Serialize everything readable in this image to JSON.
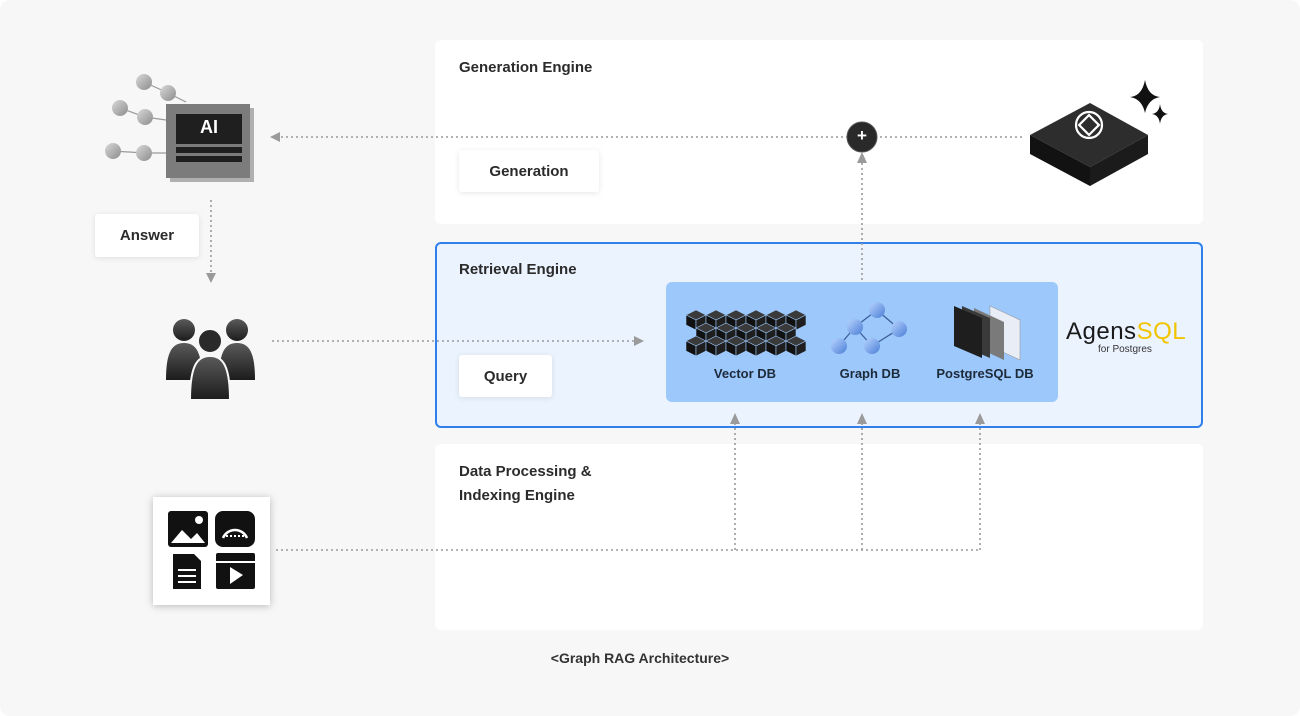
{
  "engines": {
    "generation": {
      "title": "Generation Engine",
      "chip": "Generation"
    },
    "retrieval": {
      "title": "Retrieval Engine",
      "chip": "Query"
    },
    "processing": {
      "title_line1": "Data Processing &",
      "title_line2": "Indexing Engine"
    }
  },
  "answer_label": "Answer",
  "ai_label": "AI",
  "plus_label": "+",
  "databases": [
    {
      "label": "Vector DB"
    },
    {
      "label": "Graph DB"
    },
    {
      "label": "PostgreSQL DB"
    }
  ],
  "agens": {
    "main": "Agens",
    "accent": "SQL",
    "sub": "for Postgres"
  },
  "caption": "<Graph RAG Architecture>",
  "icons": [
    "ai-chip-icon",
    "users-icon",
    "media-files-icon",
    "openai-cube-icon",
    "vector-db-icon",
    "graph-db-icon",
    "postgres-db-icon",
    "sparkle-icon"
  ],
  "colors": {
    "retrieval_border": "#2f80ed",
    "retrieval_bg": "#ebf3ff",
    "db_box": "#9cc8fb",
    "agens_accent": "#f2c400"
  }
}
